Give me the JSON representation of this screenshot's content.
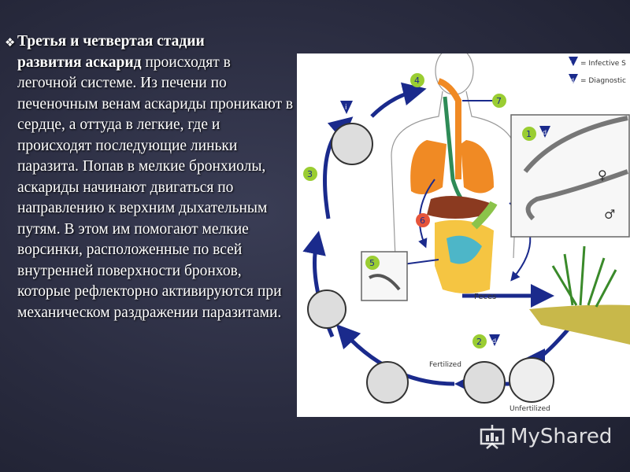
{
  "text": {
    "line1_bold": "Третья и четвертая стадии",
    "line2_bold": "развития аскарид",
    "line2_rest": " происходят",
    "rest": "в легочной системе. Из печени по печеночным венам аскариды проникают в сердце, а оттуда в легкие, где и происходят последующие линьки паразита. Попав в мелкие бронхиолы, аскариды начинают двигаться по направлению к верхним дыхательным путям. В этом им помогают мелкие ворсинки, расположенные по всей внутренней поверхности бронхов, которые рефлекторно активируются при механическом раздражении паразитами."
  },
  "figure": {
    "legend_infective": "= Infective S",
    "legend_diagnostic": "= Diagnostic",
    "legend_i": "i",
    "legend_d": "d",
    "steps": [
      "1",
      "2",
      "3",
      "4",
      "5",
      "6",
      "7"
    ],
    "step_i": "i",
    "step_d": "d",
    "label_feces": "Feces",
    "label_fertilized": "Fertilized",
    "label_unfertilized": "Unfertilized",
    "female_symbol": "♀",
    "male_symbol": "♂"
  },
  "watermark": {
    "text": "MyShared"
  },
  "colors": {
    "arrow": "#1a2a8c",
    "step_circle": "#9acd32",
    "lungs": "#f08a24",
    "trachea": "#2e8b57"
  }
}
